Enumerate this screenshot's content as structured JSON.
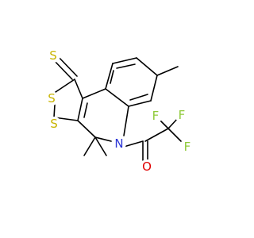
{
  "molecule": {
    "atoms": {
      "s_thione": {
        "label": "S",
        "color": "#c8b400"
      },
      "s_ring_upper": {
        "label": "S",
        "color": "#c8b400"
      },
      "s_ring_lower": {
        "label": "S",
        "color": "#c8b400"
      },
      "n_ring": {
        "label": "N",
        "color": "#2b35d6"
      },
      "o_carbonyl": {
        "label": "O",
        "color": "#e00000"
      },
      "f_top": {
        "label": "F",
        "color": "#8fc93a"
      },
      "f_left": {
        "label": "F",
        "color": "#8fc93a"
      },
      "f_bottom": {
        "label": "F",
        "color": "#8fc93a"
      }
    }
  }
}
